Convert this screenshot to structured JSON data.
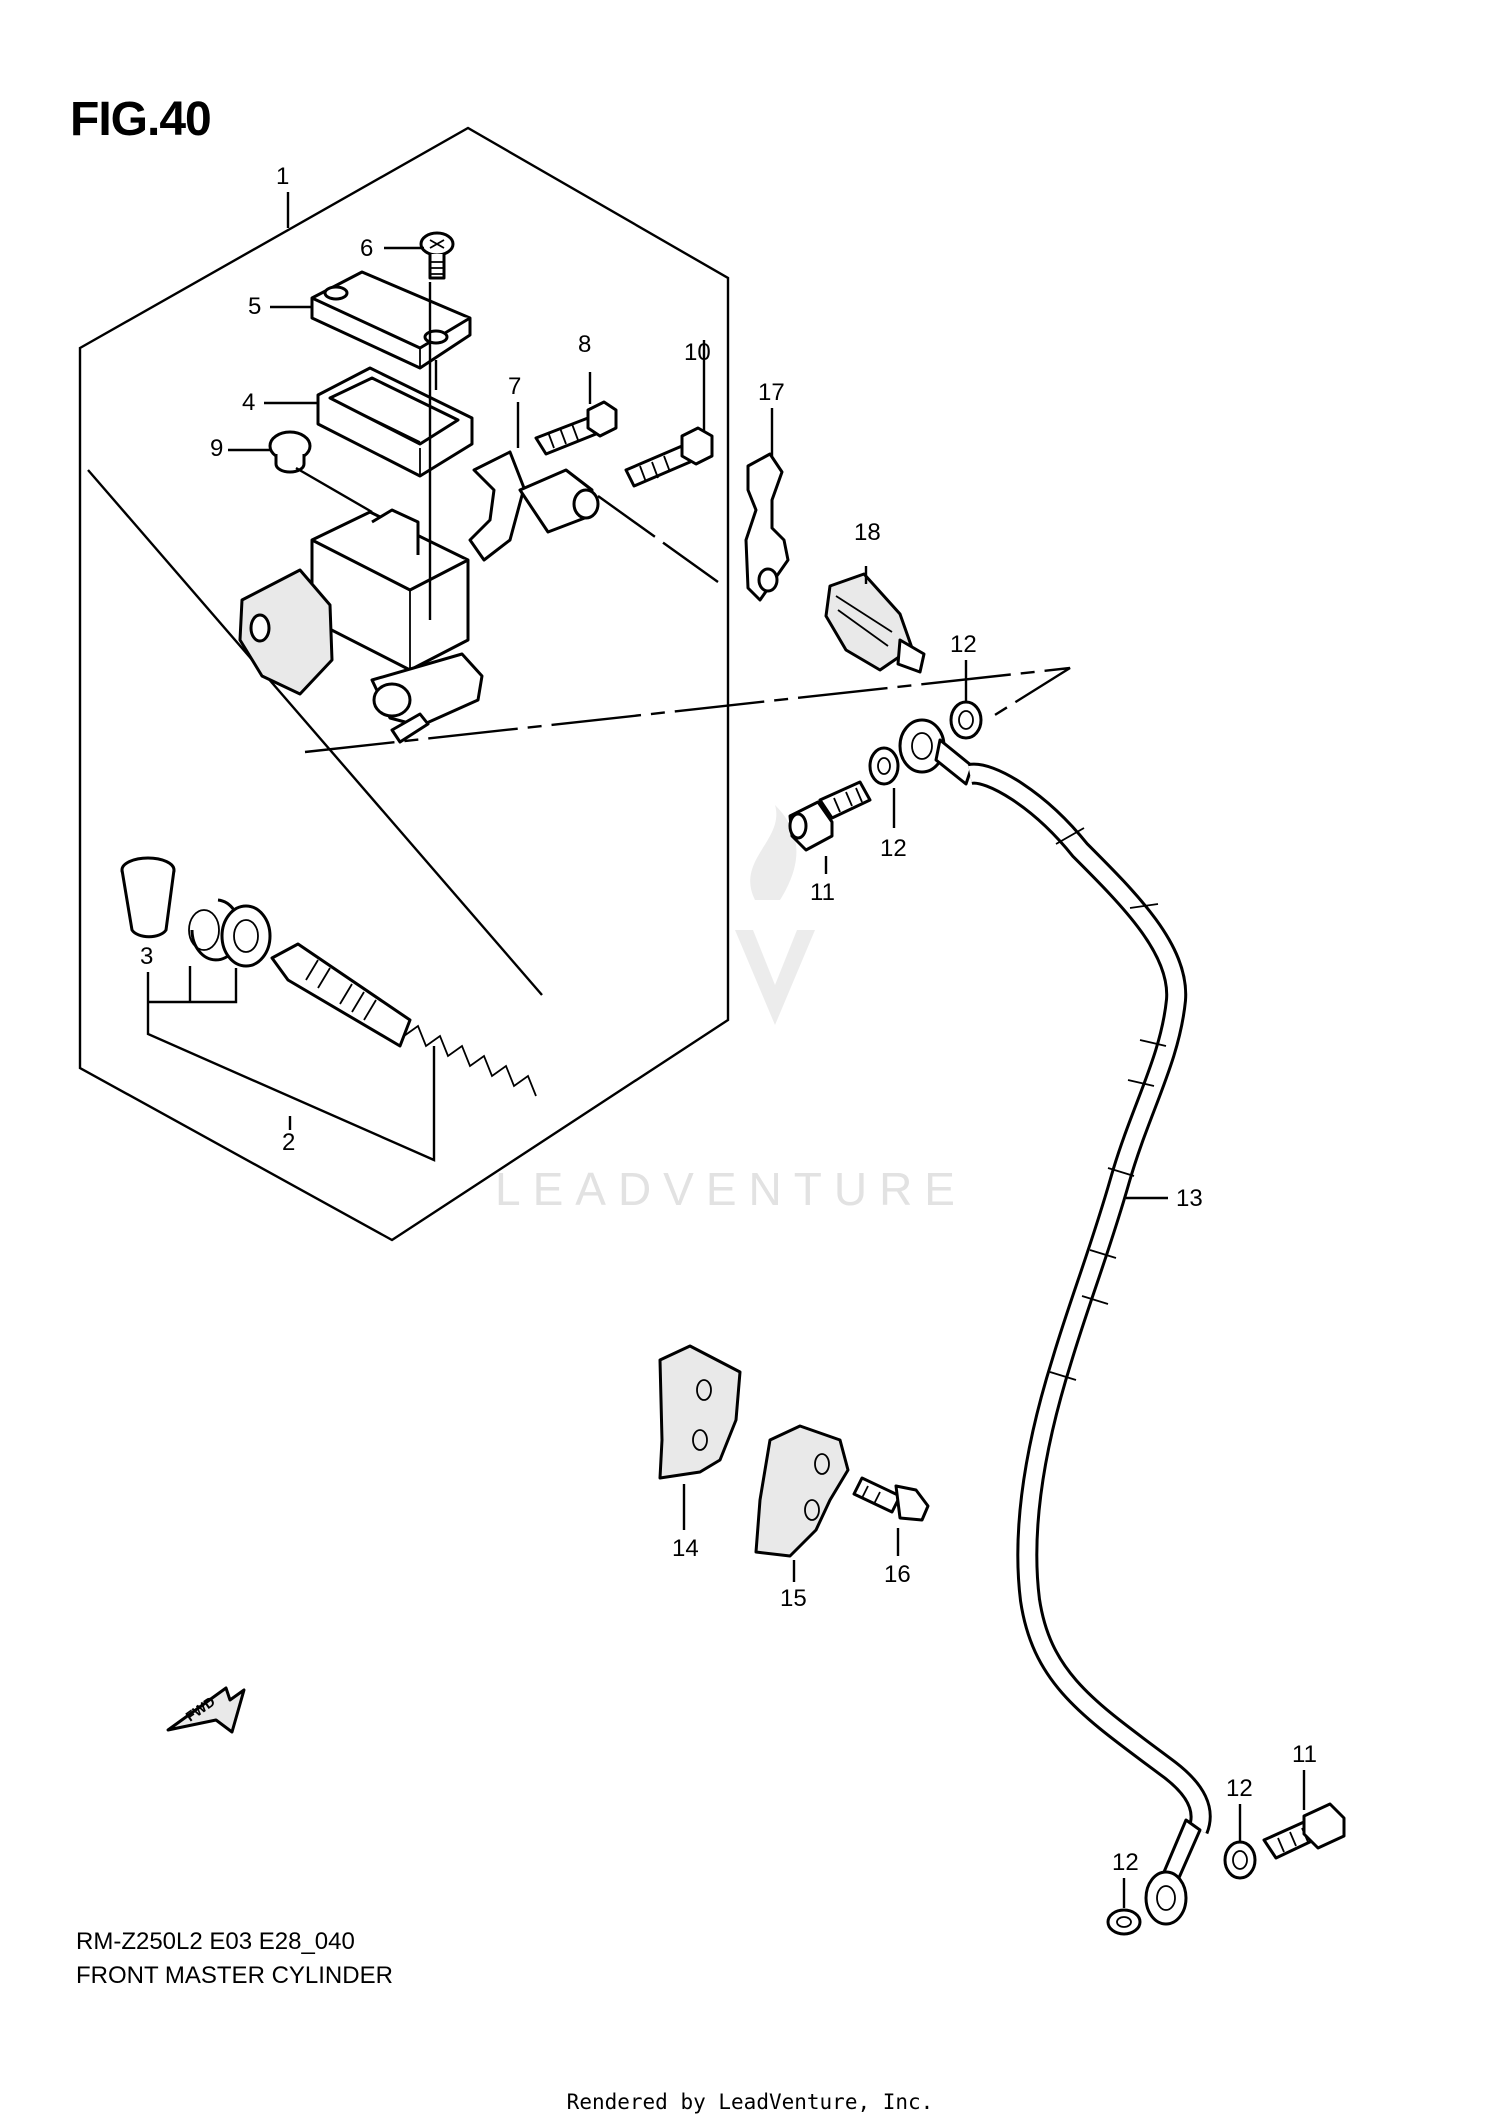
{
  "figure": {
    "title": "FIG.40"
  },
  "footer": {
    "model_code": "RM-Z250L2 E03 E28_040",
    "caption": "FRONT MASTER CYLINDER",
    "credit": "Rendered by LeadVenture, Inc."
  },
  "watermark": {
    "text": "LEADVENTURE"
  },
  "direction_marker": {
    "label": "FWD"
  },
  "callouts": {
    "c1": "1",
    "c2": "2",
    "c3": "3",
    "c4": "4",
    "c5": "5",
    "c6": "6",
    "c7": "7",
    "c8": "8",
    "c9": "9",
    "c10": "10",
    "c11a": "11",
    "c11b": "11",
    "c12a": "12",
    "c12b": "12",
    "c12c": "12",
    "c12d": "12",
    "c13": "13",
    "c14": "14",
    "c15": "15",
    "c16": "16",
    "c17": "17",
    "c18": "18"
  }
}
